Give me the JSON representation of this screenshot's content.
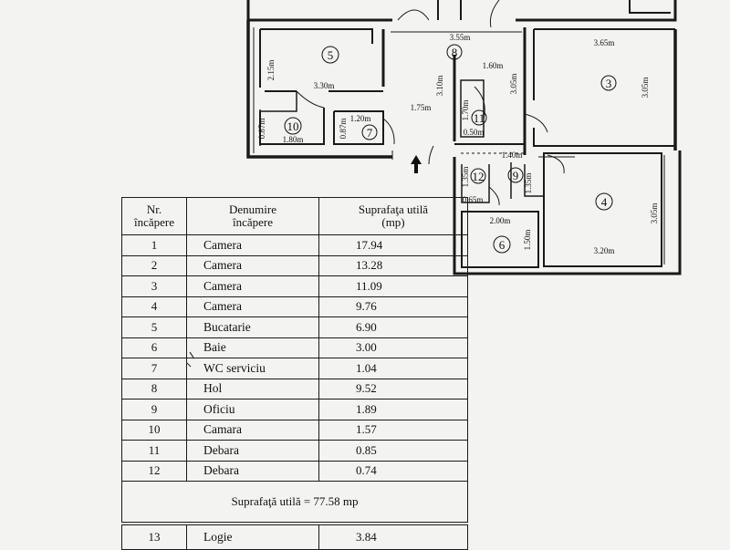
{
  "floor_plan": {
    "rooms": [
      {
        "number": "5"
      },
      {
        "number": "8"
      },
      {
        "number": "3"
      },
      {
        "number": "10"
      },
      {
        "number": "7"
      },
      {
        "number": "11"
      },
      {
        "number": "12"
      },
      {
        "number": "9"
      },
      {
        "number": "4"
      },
      {
        "number": "6"
      }
    ],
    "dimensions": {
      "d355": "3.55m",
      "d365": "3.65m",
      "d160": "1.60m",
      "d215": "2.15m",
      "d330": "3.30m",
      "d310": "3.10m",
      "d305a": "3.05m",
      "d305b": "3.05m",
      "d175": "1.75m",
      "d170": "1.70m",
      "d120": "1.20m",
      "d087a": "0.87m",
      "d087b": "0.87m",
      "d180": "1.80m",
      "d050": "0.50m",
      "d140": "1.40m",
      "d135a": "1.35m",
      "d135b": "1.35m",
      "d065": "0.65m",
      "d305c": "3.05m",
      "d200": "2.00m",
      "d150": "1.50m",
      "d320": "3.20m"
    }
  },
  "table": {
    "headers": {
      "nr": [
        "Nr.",
        "încăpere"
      ],
      "name": [
        "Denumire",
        "încăpere"
      ],
      "area": [
        "Suprafaţa utilă",
        "(mp)"
      ]
    },
    "rows": [
      {
        "nr": "1",
        "name": "Camera",
        "area": "17.94"
      },
      {
        "nr": "2",
        "name": "Camera",
        "area": "13.28"
      },
      {
        "nr": "3",
        "name": "Camera",
        "area": "11.09"
      },
      {
        "nr": "4",
        "name": "Camera",
        "area": "9.76"
      },
      {
        "nr": "5",
        "name": "Bucatarie",
        "area": "6.90"
      },
      {
        "nr": "6",
        "name": "Baie",
        "area": "3.00"
      },
      {
        "nr": "7",
        "name": "WC serviciu",
        "area": "1.04"
      },
      {
        "nr": "8",
        "name": "Hol",
        "area": "9.52"
      },
      {
        "nr": "9",
        "name": "Oficiu",
        "area": "1.89"
      },
      {
        "nr": "10",
        "name": "Camara",
        "area": "1.57"
      },
      {
        "nr": "11",
        "name": "Debara",
        "area": "0.85"
      },
      {
        "nr": "12",
        "name": "Debara",
        "area": "0.74"
      }
    ],
    "total": "Suprafaţă utilă = 77.58 mp",
    "extra_rows": [
      {
        "nr": "13",
        "name": "Logie",
        "area": "3.84"
      }
    ]
  }
}
